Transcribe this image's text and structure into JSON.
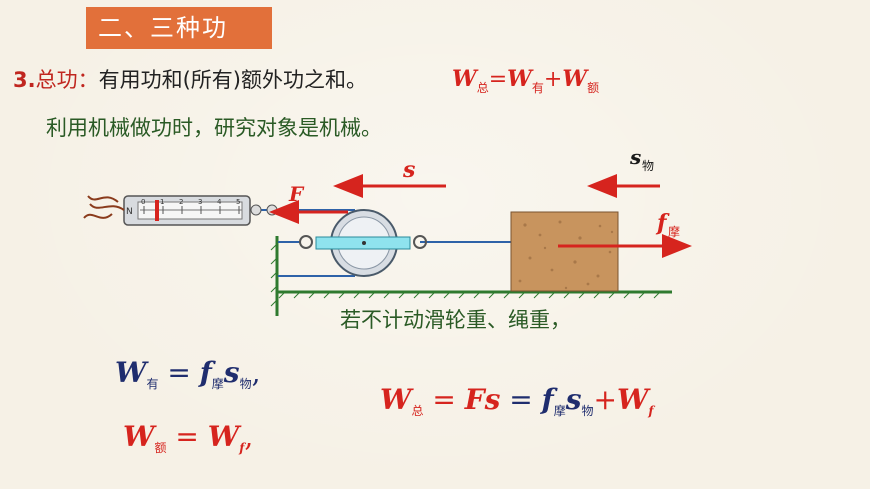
{
  "section": {
    "title": "二、三种功"
  },
  "definition": {
    "number": "3.",
    "keyword": "总功：",
    "text": "有用功和(所有)额外功之和。",
    "eq_W": "W",
    "eq_sub_total": "总",
    "eq_equals": "=",
    "eq_W2": "W",
    "eq_sub_useful": "有",
    "eq_plus": "+",
    "eq_W3": "W",
    "eq_sub_extra": "额"
  },
  "note": "利用机械做功时，研究对象是机械。",
  "diagram": {
    "label_s": "s",
    "label_F": "F",
    "label_s_obj": "s",
    "label_s_obj_sub": "物",
    "label_f": "f",
    "label_f_sub": "摩",
    "scale_ticks": [
      "0",
      "1",
      "2",
      "3",
      "4",
      "5"
    ],
    "scale_mark": "N"
  },
  "condition": "若不计动滑轮重、绳重，",
  "formula_useful": {
    "W": "W",
    "W_sub": "有",
    "eq": " = ",
    "f": "f",
    "f_sub": "摩",
    "s": "s",
    "s_sub": "物",
    "tail": ","
  },
  "formula_extra": {
    "W": "W",
    "W_sub": "额",
    "eq": " = ",
    "Wf": "W",
    "Wf_sub": "f",
    "tail": ","
  },
  "formula_total": {
    "W": "W",
    "W_sub": "总",
    "eq1": " = ",
    "Fs": "Fs",
    "eq2": " = ",
    "f": "f",
    "f_sub": "摩",
    "s": "s",
    "s_sub": "物",
    "plus": "+",
    "Wf": "W",
    "Wf_sub": "f"
  },
  "colors": {
    "accent": "#e2703a",
    "red": "#d6241e",
    "green": "#2a5a25",
    "navy": "#1f2d6e",
    "background": "#f6f1e6"
  }
}
